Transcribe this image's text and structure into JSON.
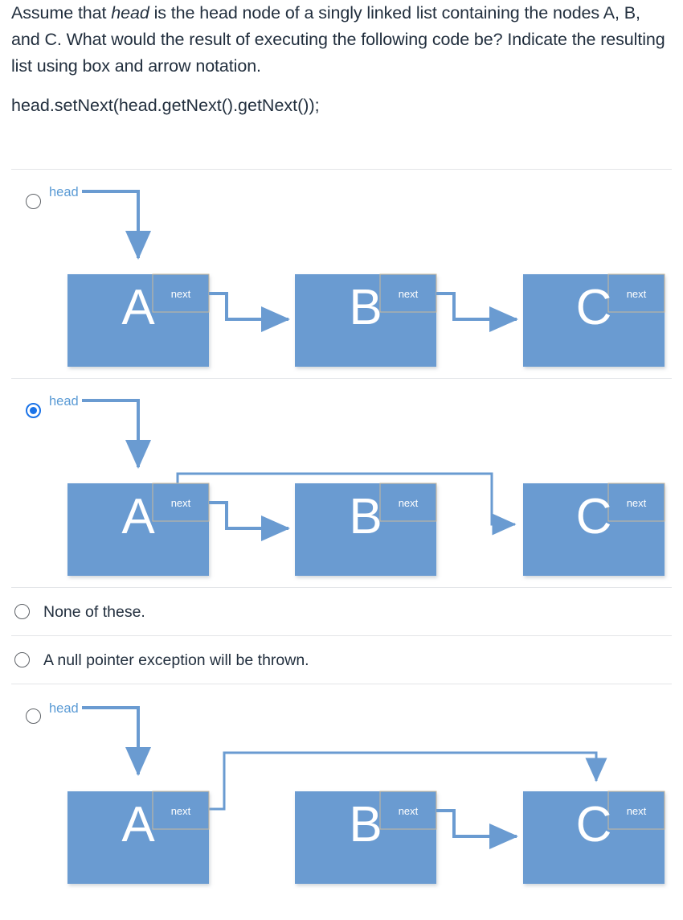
{
  "question": {
    "line1_before_italic": "Assume that ",
    "italic_word": "head",
    "line1_after_italic": " is the head node of a singly linked list containing the nodes A, B, and C. What would the result of executing the following code be? Indicate the resulting list using box and arrow notation.",
    "code": "head.setNext(head.getNext().getNext());"
  },
  "colors": {
    "node_fill": "#6a9bd1",
    "node_inner_border": "#c9b89a",
    "arrow": "#6a9bd1",
    "head_label": "#5b9bd5",
    "radio_selected": "#1a73e8",
    "radio_unselected": "#5f6368",
    "divider": "#e3e5e8",
    "text": "#222f3e"
  },
  "options": [
    {
      "id": "option-1",
      "type": "diagram",
      "selected": false,
      "head_label": "head",
      "nodes": [
        {
          "letter": "A",
          "next_label": "next"
        },
        {
          "letter": "B",
          "next_label": "next"
        },
        {
          "letter": "C",
          "next_label": "next"
        }
      ],
      "links": "head->A; A.next->B; B.next->C"
    },
    {
      "id": "option-2",
      "type": "diagram",
      "selected": true,
      "head_label": "head",
      "nodes": [
        {
          "letter": "A",
          "next_label": "next"
        },
        {
          "letter": "B",
          "next_label": "next"
        },
        {
          "letter": "C",
          "next_label": "next"
        }
      ],
      "links": "head->A; A.next->B; B.next->C; A-overhead->C"
    },
    {
      "id": "option-3",
      "type": "text",
      "selected": false,
      "label": "None of these."
    },
    {
      "id": "option-4",
      "type": "text",
      "selected": false,
      "label": "A null pointer exception will be thrown."
    },
    {
      "id": "option-5",
      "type": "diagram",
      "selected": false,
      "head_label": "head",
      "nodes": [
        {
          "letter": "A",
          "next_label": "next"
        },
        {
          "letter": "B",
          "next_label": "next"
        },
        {
          "letter": "C",
          "next_label": "next"
        }
      ],
      "links": "head->A; A.next-overhead->C(top); B.next->C"
    }
  ]
}
